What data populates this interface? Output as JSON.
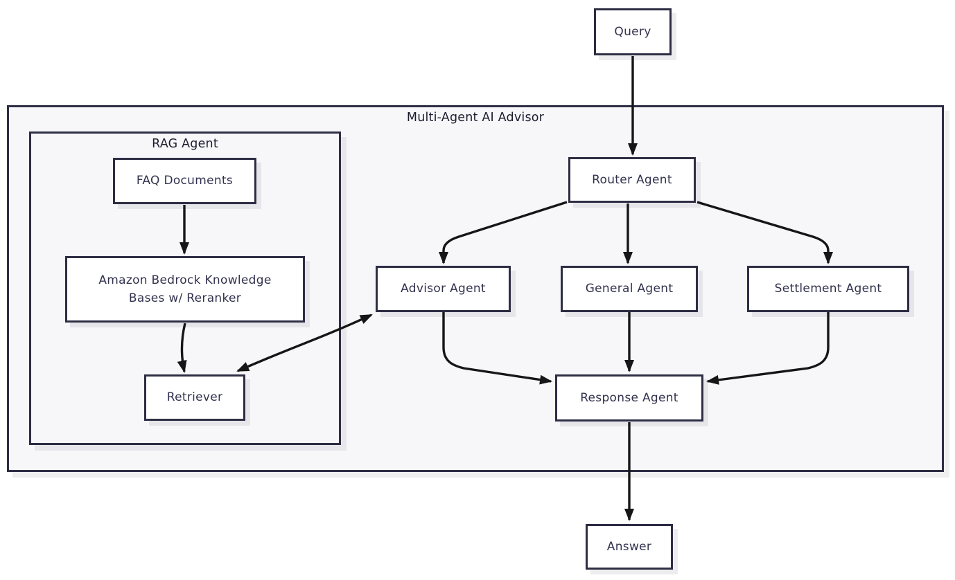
{
  "diagram": {
    "type": "flowchart",
    "direction": "top-down",
    "colors": {
      "node_border": "#2d2d44",
      "node_fill": "#ffffff",
      "container_fill": "#f7f7fa",
      "arrow": "#161616",
      "node_text": "#32324e",
      "label_text": "#1c1c2e",
      "page_background": "#ffffff"
    },
    "containers": {
      "advisor_group": {
        "label": "Multi-Agent AI Advisor"
      },
      "rag_group": {
        "label": "RAG Agent"
      }
    },
    "nodes": {
      "query": {
        "label": "Query"
      },
      "faq_documents": {
        "label": "FAQ Documents"
      },
      "bedrock_kb": {
        "label": "Amazon Bedrock Knowledge Bases w/ Reranker"
      },
      "retriever": {
        "label": "Retriever"
      },
      "router_agent": {
        "label": "Router Agent"
      },
      "advisor_agent": {
        "label": "Advisor Agent"
      },
      "general_agent": {
        "label": "General Agent"
      },
      "settlement_agent": {
        "label": "Settlement Agent"
      },
      "response_agent": {
        "label": "Response Agent"
      },
      "answer": {
        "label": "Answer"
      }
    },
    "edges": [
      {
        "from": "query",
        "to": "router_agent",
        "direction": "one-way"
      },
      {
        "from": "faq_documents",
        "to": "bedrock_kb",
        "direction": "one-way"
      },
      {
        "from": "bedrock_kb",
        "to": "retriever",
        "direction": "one-way"
      },
      {
        "from": "retriever",
        "to": "advisor_agent",
        "direction": "two-way"
      },
      {
        "from": "router_agent",
        "to": "advisor_agent",
        "direction": "one-way"
      },
      {
        "from": "router_agent",
        "to": "general_agent",
        "direction": "one-way"
      },
      {
        "from": "router_agent",
        "to": "settlement_agent",
        "direction": "one-way"
      },
      {
        "from": "advisor_agent",
        "to": "response_agent",
        "direction": "one-way"
      },
      {
        "from": "general_agent",
        "to": "response_agent",
        "direction": "one-way"
      },
      {
        "from": "settlement_agent",
        "to": "response_agent",
        "direction": "one-way"
      },
      {
        "from": "response_agent",
        "to": "answer",
        "direction": "one-way"
      }
    ]
  }
}
